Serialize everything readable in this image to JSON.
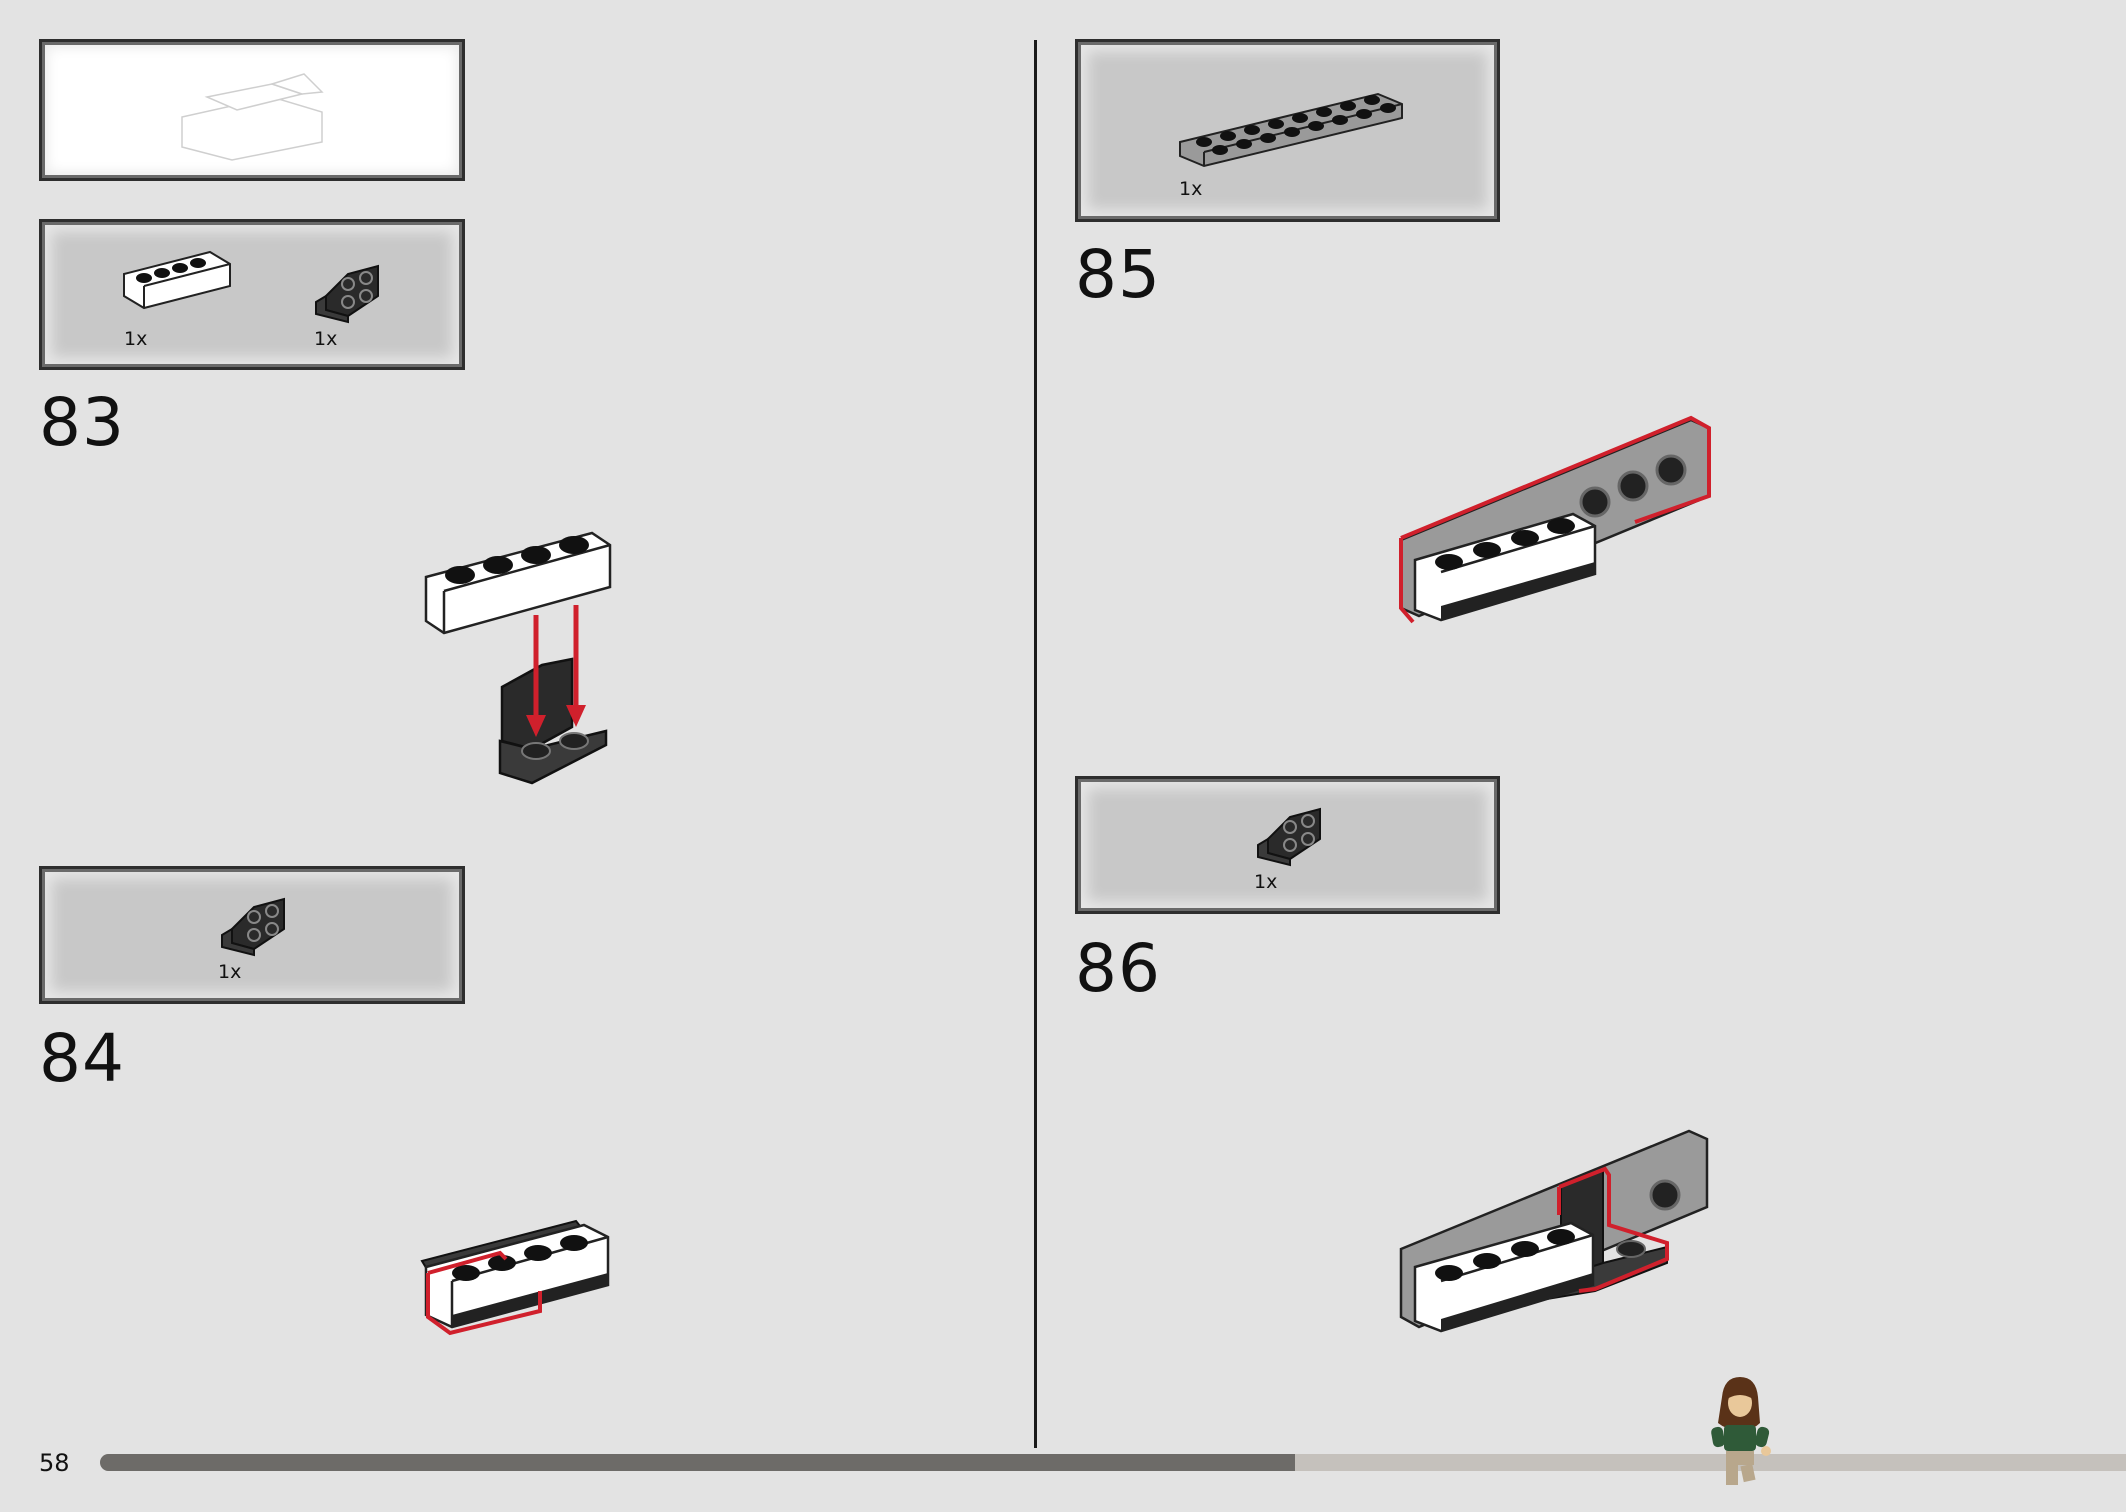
{
  "page": {
    "number": "58",
    "progress_fraction": 0.59
  },
  "steps": {
    "s83": {
      "number": "83",
      "parts": [
        {
          "qty": "1x",
          "part": "1x4 brick white"
        },
        {
          "qty": "1x",
          "part": "angle bracket 2x2 black"
        }
      ]
    },
    "s84": {
      "number": "84",
      "parts": [
        {
          "qty": "1x",
          "part": "angle bracket 2x2 black"
        }
      ]
    },
    "s85": {
      "number": "85",
      "parts": [
        {
          "qty": "1x",
          "part": "plate 2x8 grey"
        }
      ]
    },
    "s86": {
      "number": "86",
      "parts": [
        {
          "qty": "1x",
          "part": "angle bracket 2x2 black"
        }
      ]
    }
  },
  "colors": {
    "background": "#e3e3e3",
    "callout_box": "#c8c8c8",
    "highlight": "#d0202c",
    "progress": "#6d6b68"
  }
}
